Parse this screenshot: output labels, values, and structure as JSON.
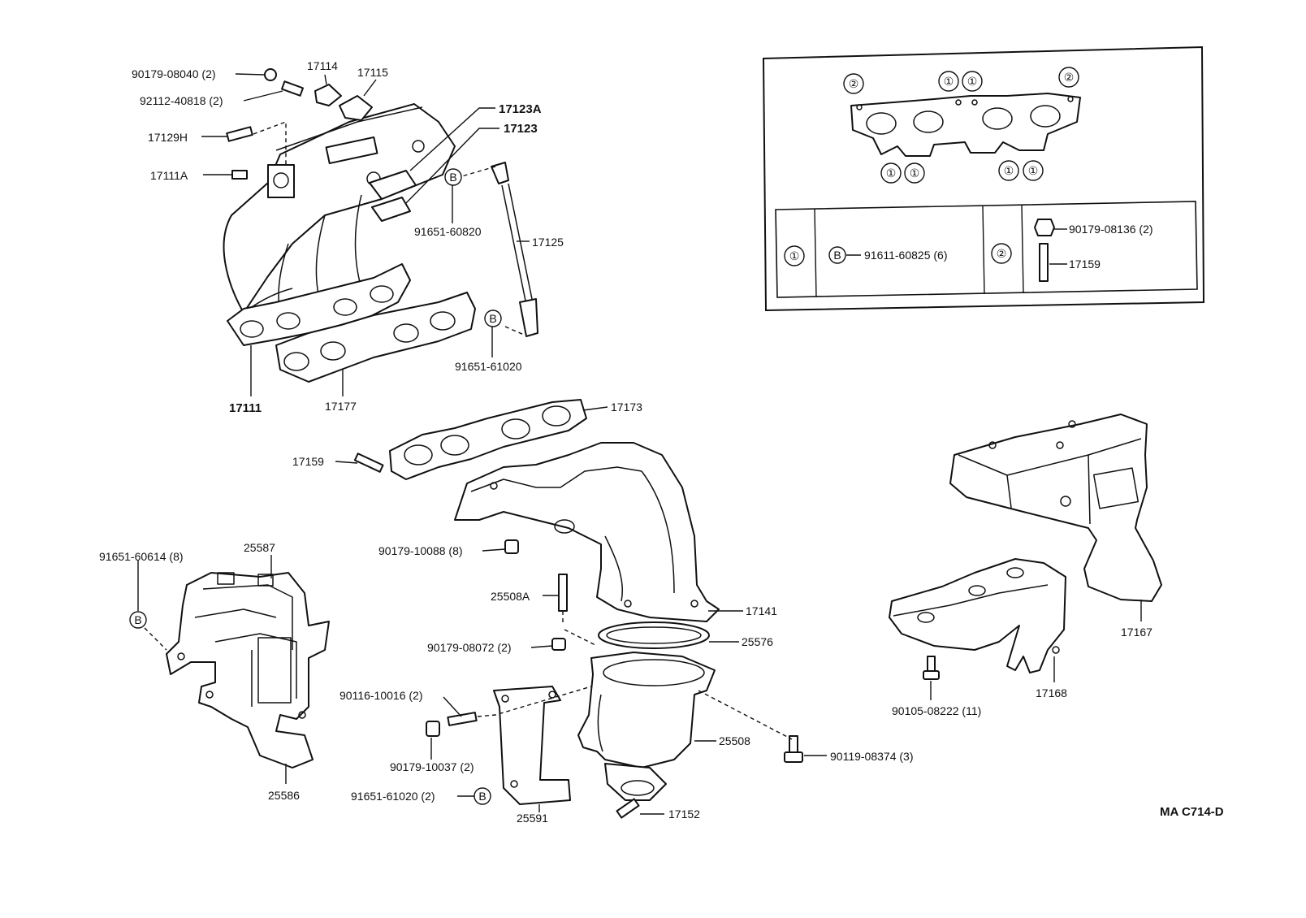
{
  "diagram_code": "MA C714-D",
  "labels": {
    "p90179_08040": "90179-08040 (2)",
    "p92112_40818": "92112-40818 (2)",
    "p17114": "17114",
    "p17115": "17115",
    "p17123A": "17123A",
    "p17123": "17123",
    "p17129H": "17129H",
    "p17111A": "17111A",
    "p91651_60820": "91651-60820",
    "p17125": "17125",
    "p91651_61020_top": "91651-61020",
    "p17111": "17111",
    "p17177": "17177",
    "p17173": "17173",
    "p17159": "17159",
    "p91651_60614": "91651-60614 (8)",
    "p25587": "25587",
    "p90179_10088": "90179-10088 (8)",
    "p25508A": "25508A",
    "p17141": "17141",
    "p90179_08072": "90179-08072 (2)",
    "p25576": "25576",
    "p90116_10016": "90116-10016 (2)",
    "p90179_10037": "90179-10037 (2)",
    "p25508": "25508",
    "p90119_08374": "90119-08374 (3)",
    "p91651_61020_bot": "91651-61020 (2)",
    "p25591": "25591",
    "p17152": "17152",
    "p25586": "25586",
    "p17167": "17167",
    "p17168": "17168",
    "p90105_08222": "90105-08222 (11)"
  },
  "legend": {
    "marker_1": "①",
    "marker_2": "②",
    "marker_B": "B",
    "row1_part": "91611-60825 (6)",
    "row2_nut": "90179-08136 (2)",
    "row2_stud": "17159"
  }
}
